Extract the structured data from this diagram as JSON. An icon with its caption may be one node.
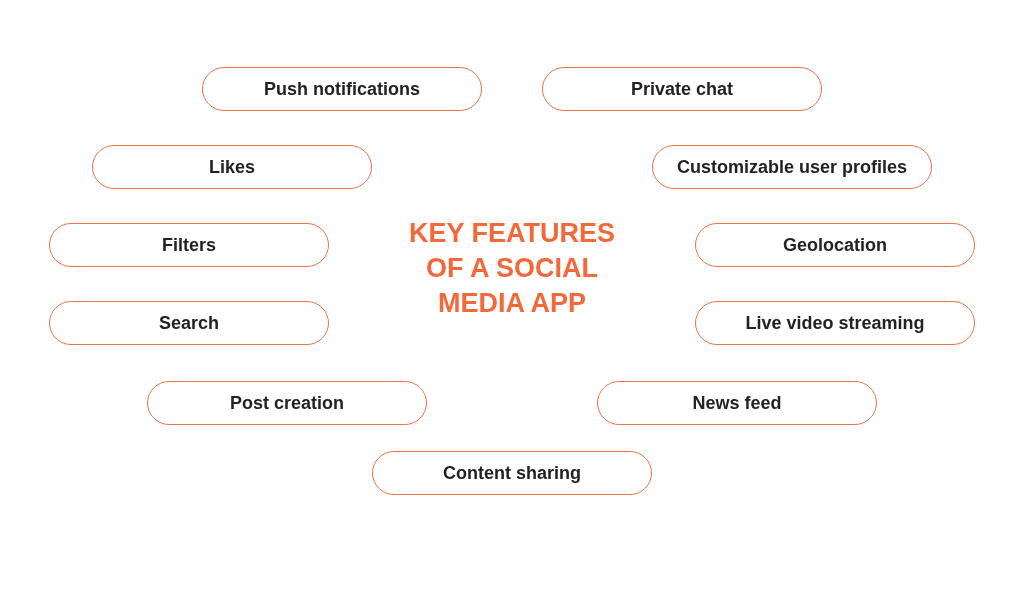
{
  "diagram": {
    "title": "KEY FEATURES OF A SOCIAL MEDIA APP",
    "nodes": [
      {
        "text": [
          "Push notifications"
        ]
      },
      {
        "text": [
          "Private chat"
        ]
      },
      {
        "text": [
          "Likes"
        ]
      },
      {
        "text": [
          "Customizable user profiles"
        ]
      },
      {
        "text": [
          "Filters"
        ]
      },
      {
        "text": [
          "Geolocation"
        ]
      },
      {
        "text": [
          "Search"
        ]
      },
      {
        "text": [
          "Live video streaming"
        ]
      },
      {
        "text": [
          "Post creation"
        ]
      },
      {
        "text": [
          "News feed"
        ]
      },
      {
        "text": [
          "Content sharing"
        ]
      }
    ]
  }
}
